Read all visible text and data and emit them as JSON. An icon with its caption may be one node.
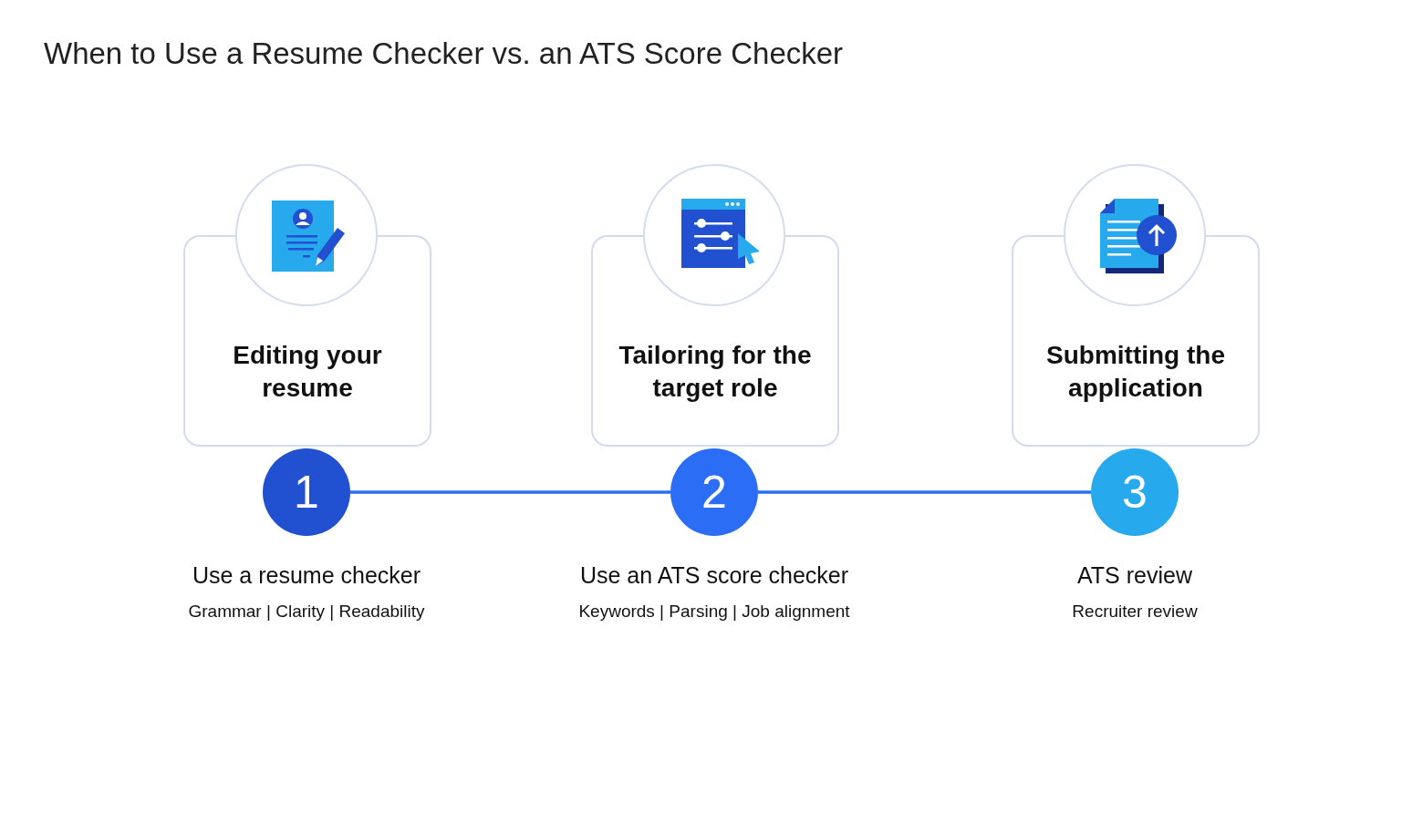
{
  "diagram": {
    "title": "When to Use a Resume Checker vs. an ATS Score Checker",
    "nodes": [
      {
        "text": [
          "Editing your resume"
        ]
      },
      {
        "text": [
          "Tailoring for the target role"
        ]
      },
      {
        "text": [
          "Submitting the application"
        ]
      },
      {
        "text": [
          "1"
        ],
        "beside": [
          "Use a resume checker",
          "Grammar | Clarity | Readability"
        ]
      },
      {
        "text": [
          "2"
        ],
        "beside": [
          "Use an ATS score checker",
          "Keywords | Parsing | Job alignment"
        ]
      },
      {
        "text": [
          "3"
        ],
        "beside": [
          "ATS review",
          "Recruiter review"
        ]
      }
    ],
    "edges": [
      {
        "from": 3,
        "to": 4,
        "arrow": "none"
      },
      {
        "from": 4,
        "to": 5,
        "arrow": "none"
      }
    ]
  }
}
